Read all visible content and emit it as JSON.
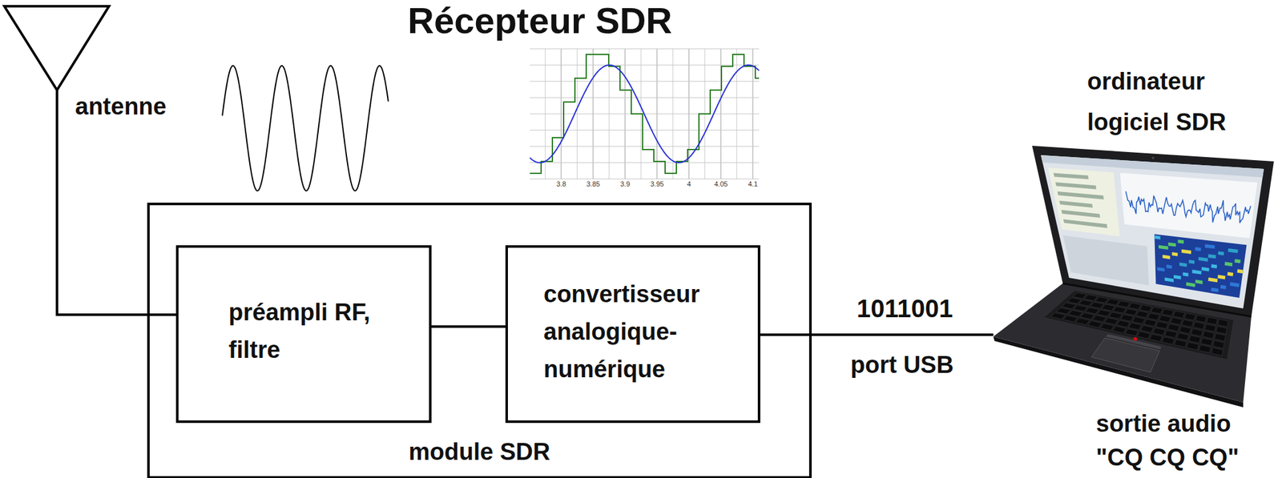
{
  "diagram": {
    "title": "Récepteur SDR",
    "nodes": [
      {
        "text": [
          "antenne"
        ]
      },
      {
        "text": [
          "module SDR"
        ]
      },
      {
        "text": [
          "préampli RF, filtre"
        ],
        "in": 1
      },
      {
        "text": [
          "convertisseur analogique-numérique"
        ],
        "in": 1
      },
      {
        "text": [
          "ordinateur logiciel SDR",
          "sortie audio \"CQ CQ CQ\""
        ]
      }
    ],
    "edges": [
      {
        "from": 0,
        "to": 2,
        "arrow": "none"
      },
      {
        "from": 2,
        "to": 3,
        "arrow": "none"
      },
      {
        "from": 3,
        "to": 4,
        "label": "1011001",
        "arrow": "none"
      }
    ],
    "labels": [
      "port USB",
      "3.8",
      "3.85",
      "3.9",
      "3.95",
      "4",
      "4.05",
      "4.1"
    ]
  }
}
